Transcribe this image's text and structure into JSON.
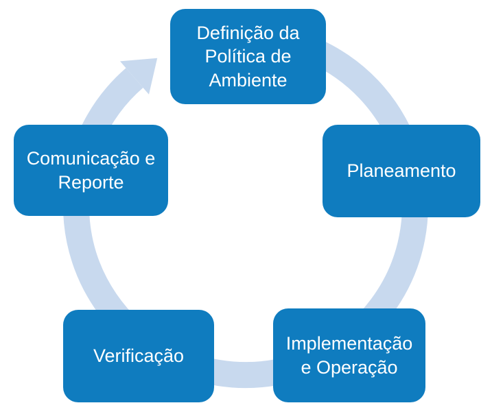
{
  "diagram": {
    "type": "cycle",
    "direction": "clockwise",
    "nodes": [
      {
        "order": 1,
        "position": "top",
        "label": "Definição da Política de Ambiente"
      },
      {
        "order": 2,
        "position": "right",
        "label": "Planeamento"
      },
      {
        "order": 3,
        "position": "bottom-right",
        "label": "Implementação e Operação"
      },
      {
        "order": 4,
        "position": "bottom-left",
        "label": "Verificação"
      },
      {
        "order": 5,
        "position": "left",
        "label": "Comunicação e Reporte"
      }
    ],
    "connector": "circular-arrow"
  },
  "colors": {
    "node-fill": "#0F7CBF",
    "node-text": "#FFFFFF",
    "ring": "#C8D9EE",
    "background": "#FFFFFF"
  }
}
